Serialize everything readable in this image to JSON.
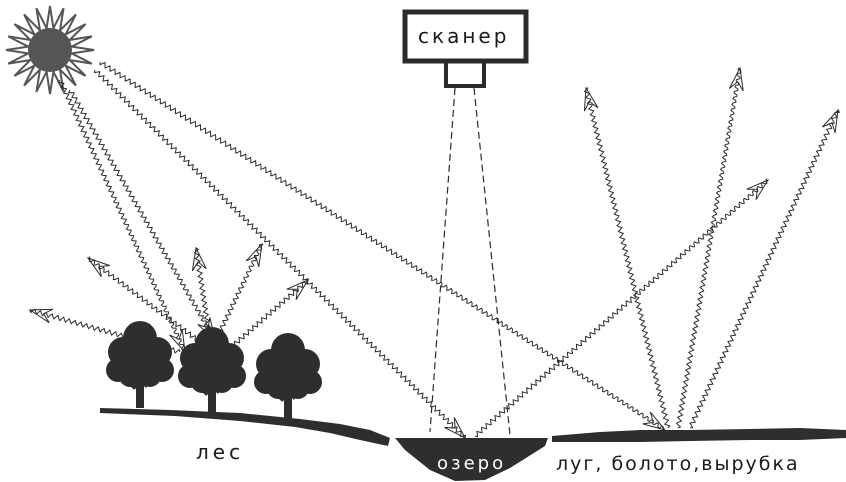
{
  "labels": {
    "scanner": "сканер",
    "forest": "лес",
    "lake": "озеро",
    "meadow": "луг, болото,вырубка"
  },
  "colors": {
    "ink": "#2b2b2b",
    "sun": "#555555",
    "ground": "#2e2e2e",
    "lake_text": "#ffffff"
  },
  "icons": [
    "sun-icon",
    "tree-icon",
    "scanner-icon"
  ]
}
